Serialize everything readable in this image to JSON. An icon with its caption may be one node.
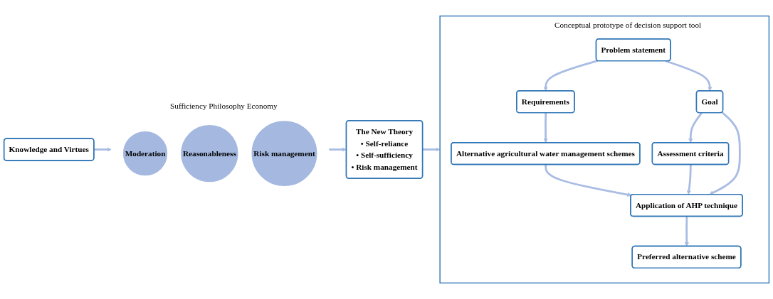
{
  "diagram": {
    "nodes": [
      {
        "text": [
          "Sufficiency Philosophy Economy"
        ]
      },
      {
        "text": [
          "Moderation"
        ],
        "in": 0
      },
      {
        "text": [
          "Reasonableness"
        ],
        "in": 0
      },
      {
        "text": [
          "Risk management"
        ],
        "in": 0
      },
      {
        "text": [
          "Knowledge and Virtues"
        ]
      },
      {
        "text": [
          "The New Theory",
          "• Self-reliance",
          "• Self-sufficiency",
          "• Risk management"
        ]
      },
      {
        "text": [
          "Conceptual prototype of decision support tool"
        ]
      },
      {
        "text": [
          "Problem statement"
        ],
        "in": 6
      },
      {
        "text": [
          "Requirements"
        ],
        "in": 6
      },
      {
        "text": [
          "Goal"
        ],
        "in": 6
      },
      {
        "text": [
          "Alternative agricultural water management schemes"
        ],
        "in": 6
      },
      {
        "text": [
          "Assessment criteria"
        ],
        "in": 6
      },
      {
        "text": [
          "Application of AHP technique"
        ],
        "in": 6
      },
      {
        "text": [
          "Preferred alternative scheme"
        ],
        "in": 6
      }
    ],
    "edges": [
      {
        "from": 4,
        "to": 0,
        "arrow": "to"
      },
      {
        "from": 0,
        "to": 5,
        "arrow": "to"
      },
      {
        "from": 5,
        "to": 6,
        "arrow": "to"
      },
      {
        "from": 7,
        "to": 8,
        "arrow": "to"
      },
      {
        "from": 7,
        "to": 9,
        "arrow": "to"
      },
      {
        "from": 8,
        "to": 10,
        "arrow": "to"
      },
      {
        "from": 9,
        "to": 11,
        "arrow": "to"
      },
      {
        "from": 9,
        "to": 12,
        "arrow": "to"
      },
      {
        "from": 10,
        "to": 12,
        "arrow": "to"
      },
      {
        "from": 11,
        "to": 12,
        "arrow": "to"
      },
      {
        "from": 12,
        "to": 13,
        "arrow": "to"
      }
    ]
  }
}
